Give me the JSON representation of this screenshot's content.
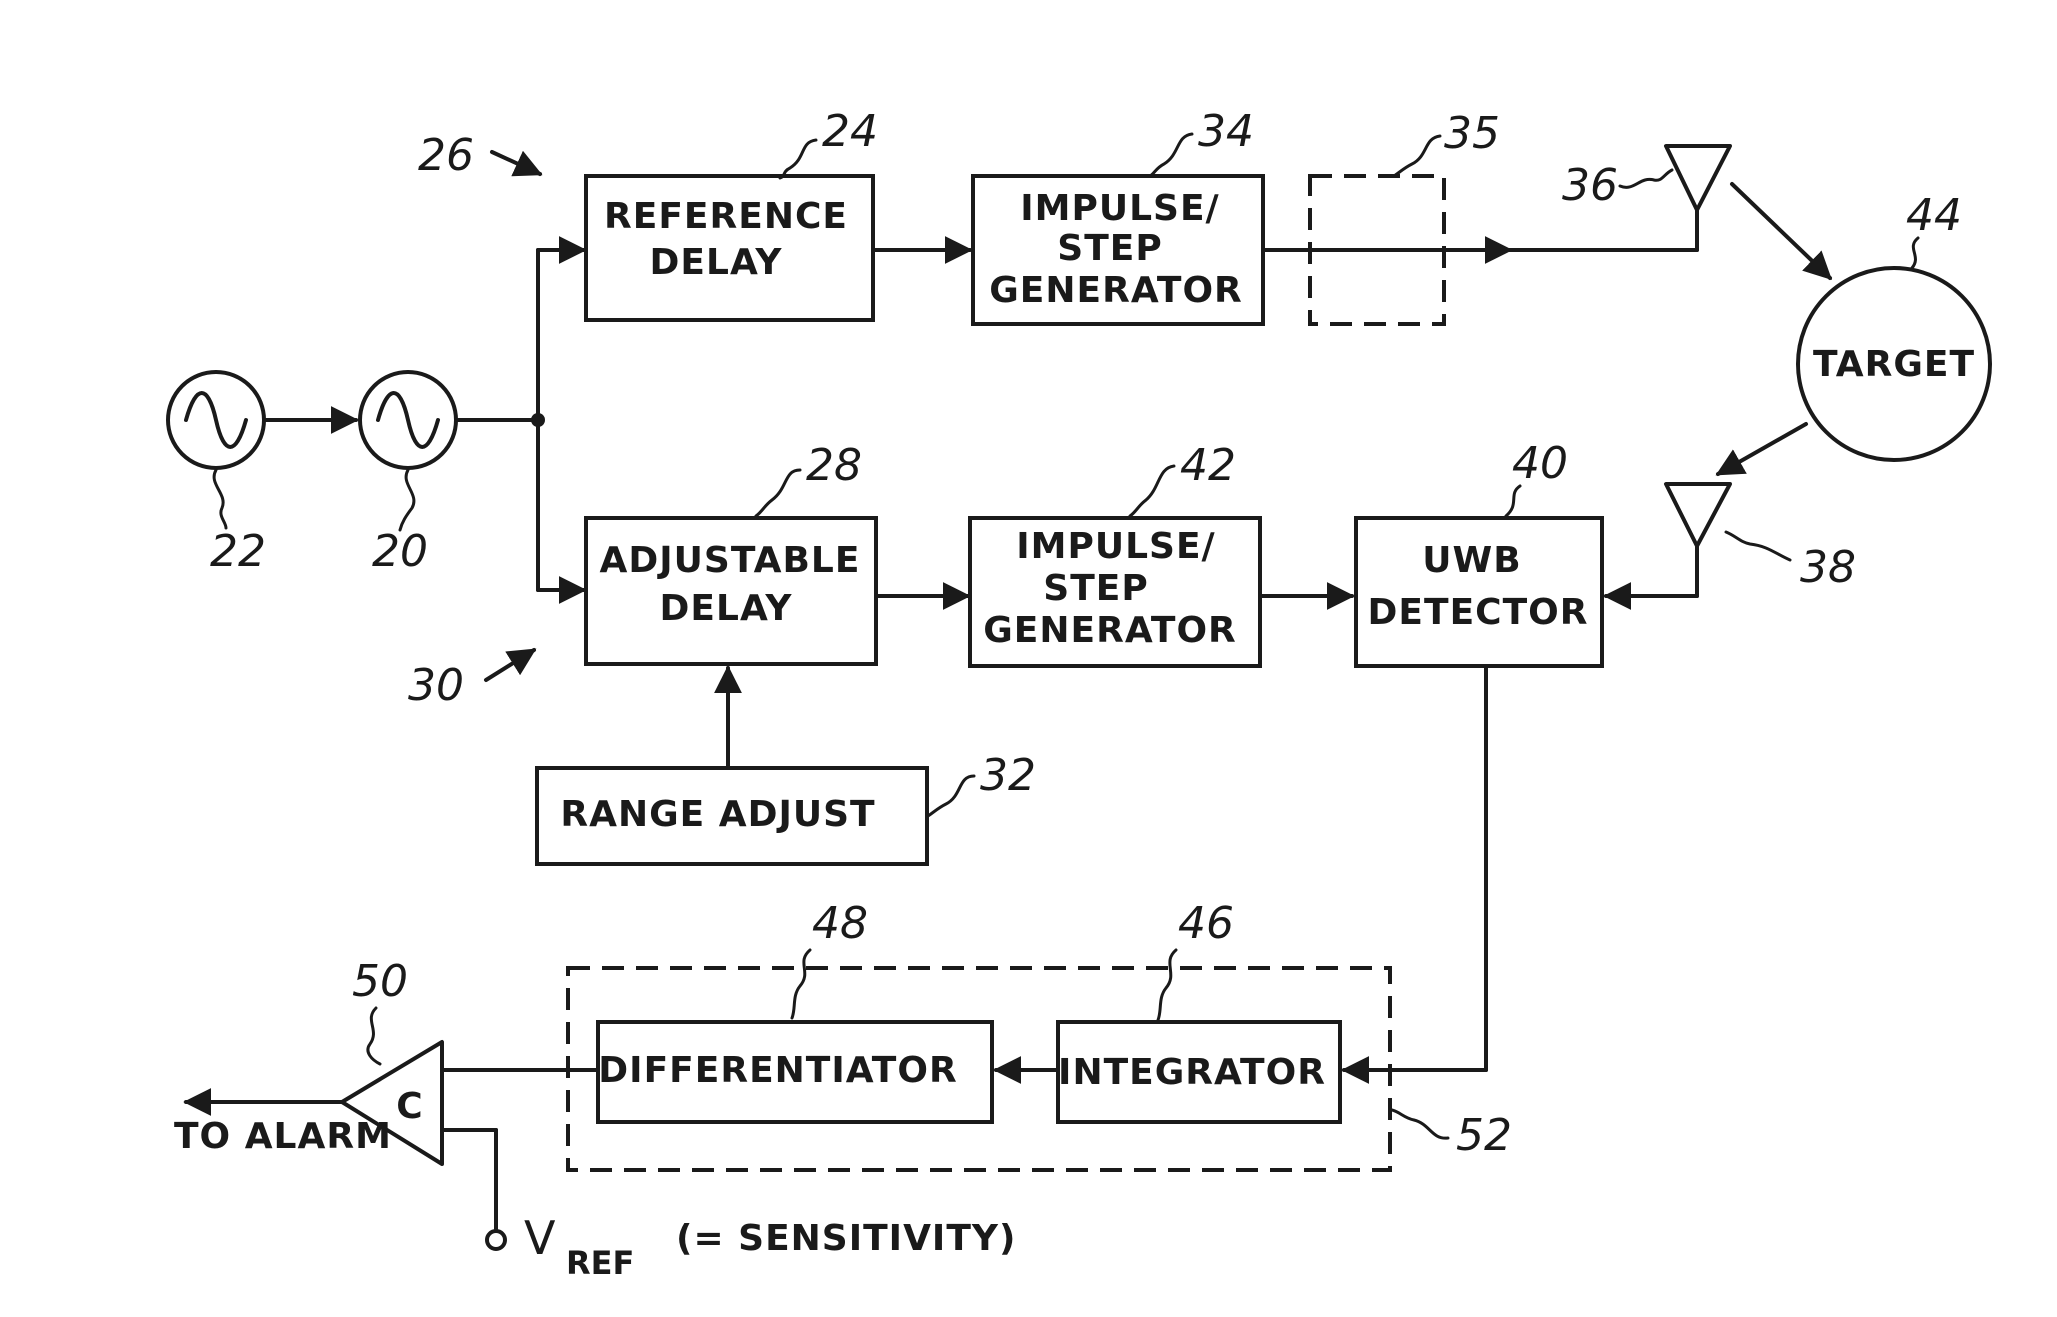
{
  "blocks": {
    "reference_delay": [
      "REFERENCE",
      "DELAY"
    ],
    "impulse_gen_top": [
      "IMPULSE/",
      "STEP",
      "GENERATOR"
    ],
    "adjustable_delay": [
      "ADJUSTABLE",
      "DELAY"
    ],
    "impulse_gen_bottom": [
      "IMPULSE/",
      "STEP",
      "GENERATOR"
    ],
    "uwb_detector": [
      "UWB",
      "DETECTOR"
    ],
    "range_adjust": "RANGE  ADJUST",
    "differentiator": "DIFFERENTIATOR",
    "integrator": "INTEGRATOR",
    "target": "TARGET",
    "comparator": "C"
  },
  "text": {
    "to_alarm": "TO ALARM",
    "vref_v": "V",
    "vref_sub": "REF",
    "sensitivity": "(= SENSITIVITY)"
  },
  "refs": {
    "r20": "20",
    "r22": "22",
    "r24": "24",
    "r26": "26",
    "r28": "28",
    "r30": "30",
    "r32": "32",
    "r34": "34",
    "r35": "35",
    "r36": "36",
    "r38": "38",
    "r40": "40",
    "r42": "42",
    "r44": "44",
    "r46": "46",
    "r48": "48",
    "r50": "50",
    "r52": "52"
  }
}
